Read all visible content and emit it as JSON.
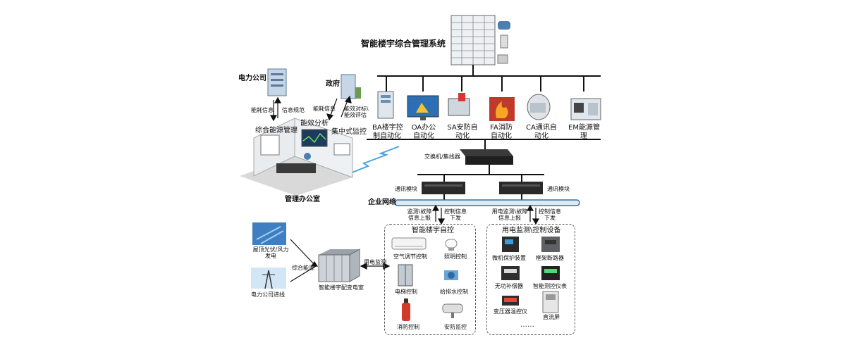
{
  "title": "智能楼宇综合管理系统",
  "subsystems": [
    "BA楼宇控\n制自动化",
    "OA办公\n自动化",
    "SA安防自\n动化",
    "FA消防\n自动化",
    "CA通讯自\n动化",
    "EM能源管\n理"
  ],
  "switch_label": "交换机/集线器",
  "comm_module": "通讯模块",
  "network_label": "企业网络",
  "links": {
    "left_up": "监测\\故障\n信息上报",
    "left_down": "控制信息\n下发",
    "right_up": "用电监测\\故障\n信息上报",
    "right_down": "控制信息\n下发"
  },
  "office": {
    "power_company": "电力公司",
    "government": "政府",
    "energy_info": "能耗信息",
    "info_rules": "信息规范",
    "energy_info2": "能耗信息",
    "benchmark": "能效对标\\\n能效评估",
    "panel_mgmt": "综合能源管理",
    "panel_analysis": "能效分析",
    "panel_monitor": "集中式监控",
    "room_label": "管理办公室"
  },
  "power": {
    "solar": "屋顶光伏/风力\n发电",
    "grid": "电力公司进线",
    "combined": "综合能源",
    "substation": "智能楼宇配变电室",
    "monitor": "用电监测"
  },
  "bas": {
    "title": "智能楼宇自控",
    "items": [
      "空气调节控制",
      "照明控制",
      "电梯控制",
      "给排水控制",
      "消防控制",
      "安防监控"
    ]
  },
  "power_devices": {
    "title": "用电监测\\控制设备",
    "items": [
      "微机保护装置",
      "框架断路器",
      "无功补偿器",
      "智能测控仪表",
      "变压器温控仪",
      "直流屏"
    ],
    "more": "……"
  }
}
